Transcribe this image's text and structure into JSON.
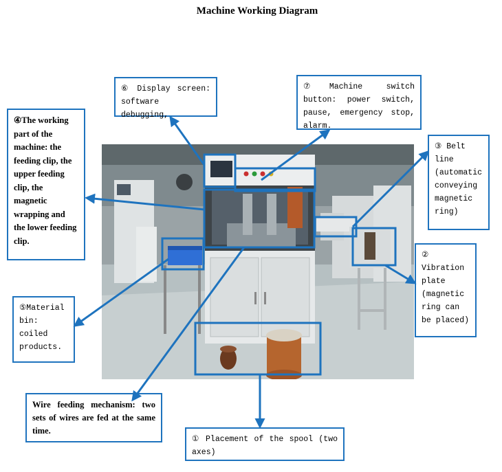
{
  "title": "Machine Working Diagram",
  "callouts": {
    "working_part": "④The working part of the machine: the feeding clip, the upper feeding clip, the magnetic wrapping and the lower feeding clip.",
    "display_screen": "⑥ Display screen: software debugging,",
    "switch_button": "⑦Machine switch button: power switch, pause, emergency stop, alarm.",
    "belt_line": "③ Belt line (automatic conveying magnetic ring)",
    "vibration_plate": "② Vibration plate (magnetic ring can be placed)",
    "material_bin": "⑤Material bin: coiled products.",
    "wire_feeding": "Wire feeding mechanism: two sets of wires are fed at the same time.",
    "spool": "① Placement of the spool (two axes)"
  },
  "colors": {
    "accent": "#1e73be"
  }
}
